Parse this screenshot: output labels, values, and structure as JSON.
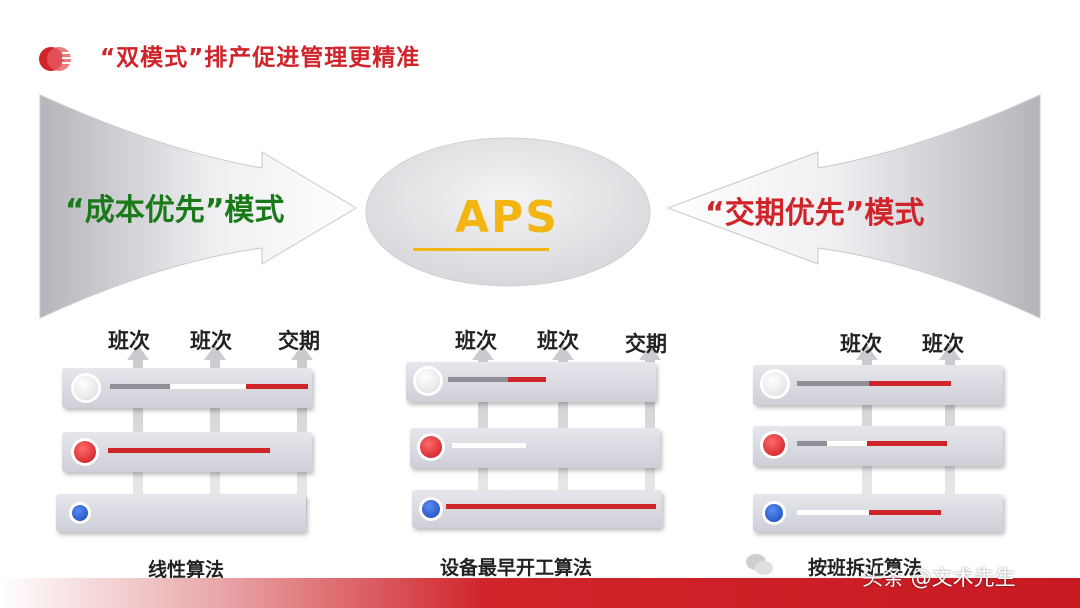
{
  "title": "“双模式”排产促进管理更精准",
  "center_label": "APS",
  "mode_left": "“成本优先”模式",
  "mode_right": "“交期优先”模式",
  "colors": {
    "accent_red": "#d0242b",
    "green": "#1a7a1a",
    "gold": "#f2b512"
  },
  "panels": [
    {
      "label": "线性算法",
      "headers": [
        "班次",
        "班次",
        "交期"
      ]
    },
    {
      "label": "设备最早开工算法",
      "headers": [
        "班次",
        "班次",
        "交期"
      ]
    },
    {
      "label": "按班拆近算法",
      "headers": [
        "班次",
        "班次"
      ]
    }
  ],
  "watermark": "头条 @文术先生"
}
